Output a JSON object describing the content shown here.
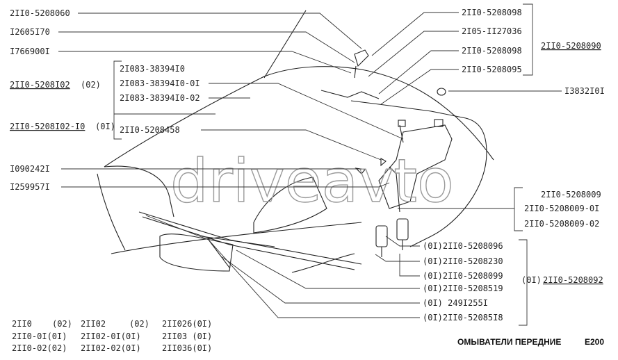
{
  "diagram": {
    "title": "ОМЫВАТЕЛИ ПЕРЕДНИЕ",
    "code": "E200",
    "watermark": "driveavto",
    "left_labels": [
      "2II0-5208060",
      "I2605I70",
      "I766900I",
      "I090242I",
      "I259957I"
    ],
    "group_left": {
      "main_a": "2II0-5208I02",
      "main_a_suffix": "(02)",
      "main_b": "2II0-5208I02-I0",
      "main_b_suffix": "(0I)",
      "items": [
        "2I083-38394I0",
        "2I083-38394I0-0I",
        "2I083-38394I0-02"
      ],
      "single": "2II0-5208458"
    },
    "right_top": {
      "items": [
        "2II0-5208098",
        "2I05-II27036",
        "2II0-5208098",
        "2II0-5208095"
      ],
      "group": "2II0-5208090",
      "single": "I3832I0I"
    },
    "right_mid": [
      "2II0-5208009",
      "2II0-5208009-0I",
      "2II0-5208009-02"
    ],
    "right_bottom": {
      "items": [
        "(0I)2II0-5208096",
        "(0I)2II0-5208230",
        "(0I)2II0-5208099",
        "(0I)2II0-5208519",
        "(0I)      249I255I",
        "(0I)2II0-52085I8"
      ],
      "group_prefix": "(0I)",
      "group": "2II0-5208092"
    },
    "models": [
      [
        "2II0",
        "(02)",
        "2II02",
        "(02)",
        "2II026(0I)"
      ],
      [
        "2II0-0I(0I)",
        "2II02-0I(0I)",
        "2II03 (0I)"
      ],
      [
        "2II0-02(02)",
        "2II02-02(0I)",
        "2II036(0I)"
      ]
    ],
    "colors": {
      "line": "#333333",
      "text": "#222222",
      "watermark": "#9a9a9a"
    }
  }
}
